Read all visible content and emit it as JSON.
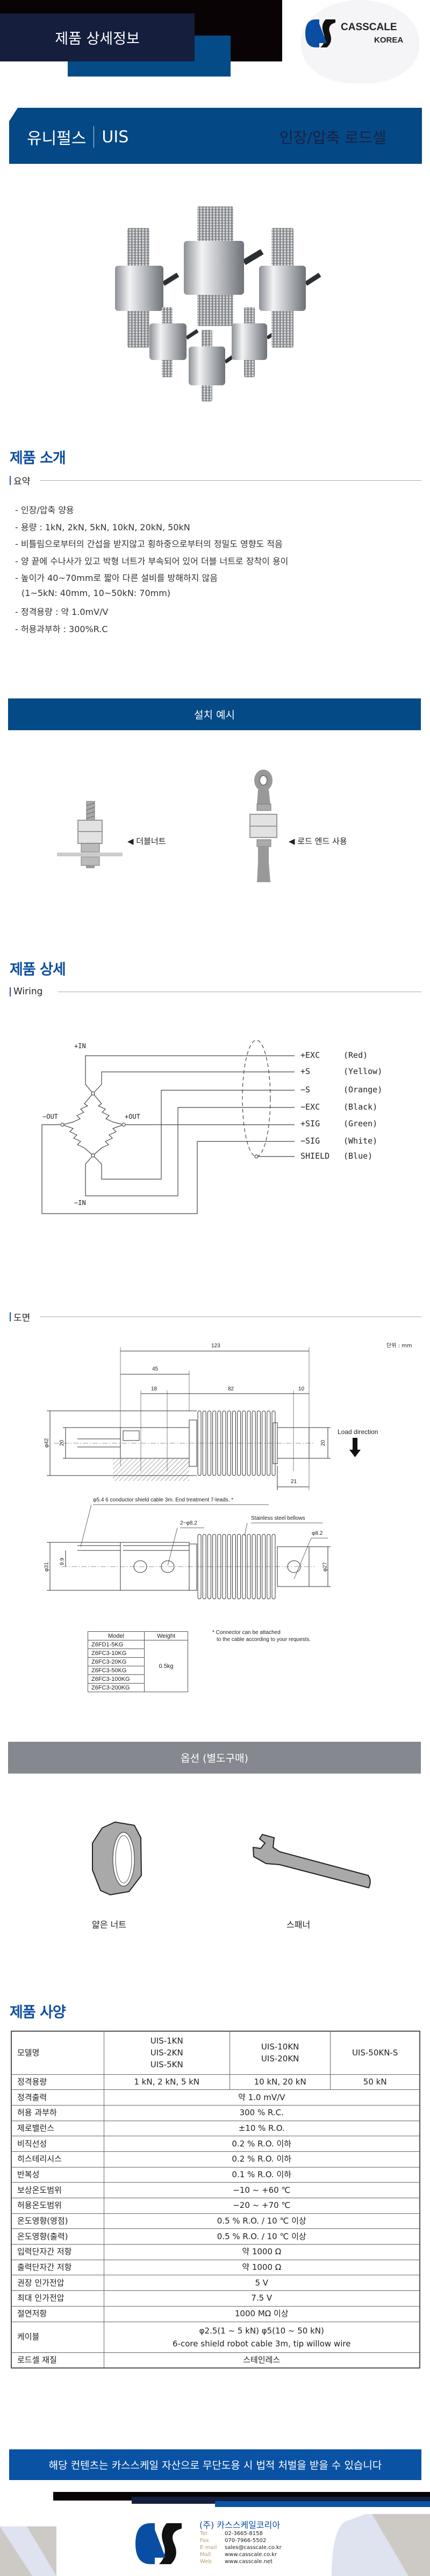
{
  "header": {
    "title": "제품 상세정보",
    "logo_brand": "CASSCALE",
    "logo_sub": "KOREA"
  },
  "product": {
    "brand": "유니펄스",
    "model": "UIS",
    "category": "인장/압축 로드셀"
  },
  "intro": {
    "heading": "제품 소개",
    "summary_label": "요약",
    "items": [
      "- 인장/압축 양용",
      "- 용량 :  1kN, 2kN, 5kN, 10kN, 20kN, 50kN",
      "- 비틀림으로부터의 간섭을 받지않고 횡하중으로부터의 정밀도 영향도 적음",
      "- 양 끝에 수나사가 있고 박형 너트가 부속되어 있어 더블 너트로 장착이 용이",
      "- 높이가 40~70mm로 짧아 다른 설비를 방해하지 않음",
      "  (1~5kN: 40mm, 10~50kN: 70mm)",
      "- 정격용량 : 약 1.0mV/V",
      "- 허용과부하 : 300%R.C"
    ]
  },
  "install": {
    "band": "설치 예시",
    "double_nut": "◀ 더블너트",
    "rod_end": "◀ 로드 엔드 사용"
  },
  "detail": {
    "heading": "제품 상세",
    "wiring_label": "Wiring",
    "wiring": {
      "plus_in": "+IN",
      "minus_in": "−IN",
      "minus_out": "−OUT",
      "plus_out": "+OUT",
      "leads": [
        {
          "signal": "+EXC",
          "color": "(Red)"
        },
        {
          "signal": "+S",
          "color": "(Yellow)"
        },
        {
          "signal": "−S",
          "color": "(Orange)"
        },
        {
          "signal": "−EXC",
          "color": "(Black)"
        },
        {
          "signal": "+SIG",
          "color": "(Green)"
        },
        {
          "signal": "−SIG",
          "color": "(White)"
        },
        {
          "signal": "SHIELD",
          "color": "(Blue)"
        }
      ]
    },
    "drawing_label": "도면",
    "unit": "단위 : mm",
    "drawing": {
      "dim_total": "123",
      "dim_45": "45",
      "dim_18": "18",
      "dim_82": "82",
      "dim_10": "10",
      "dim_21": "21",
      "dia_42": "φ42",
      "dim_20a": "20",
      "dim_20b": "20",
      "dia_31": "φ31",
      "dim_99": "9.9",
      "dia_27": "φ27",
      "load_direction": "Load direction",
      "cable_note": "φ5.4 6 conductor shield cable 3m. End treatment 7-leads. *",
      "bellows": "Stainless steel bellows",
      "holes": "2−φ8.2",
      "hole": "φ8.2"
    },
    "model_table": {
      "headers": [
        "Model",
        "Weight"
      ],
      "models": [
        "Z6FD1-5KG",
        "Z6FC3-10KG",
        "Z6FC3-20KG",
        "Z6FC3-50KG",
        "Z6FC3-100KG",
        "Z6FC3-200KG"
      ],
      "weight": "0.5kg"
    },
    "note_line1": "* Connector can be attached",
    "note_line2": "to the cable according to your requests."
  },
  "options": {
    "band": "옵션 (별도구매)",
    "items": [
      "얇은 너트",
      "스패너"
    ]
  },
  "specs": {
    "heading": "제품 사양",
    "model_label": "모델명",
    "models": [
      [
        "UIS-1KN",
        "UIS-2KN",
        "UIS-5KN"
      ],
      [
        "UIS-10KN",
        "UIS-20KN"
      ],
      [
        "UIS-50KN-S"
      ]
    ],
    "capacity_label": "정격용량",
    "capacities": [
      "1 kN, 2 kN, 5 kN",
      "10 kN, 20 kN",
      "50 kN"
    ],
    "rows": [
      {
        "label": "정격출력",
        "value": "약 1.0 mV/V"
      },
      {
        "label": "허용 과부하",
        "value": "300 % R.C."
      },
      {
        "label": "제로밸런스",
        "value": "±10 % R.O."
      },
      {
        "label": "비직선성",
        "value": "0.2 % R.O. 이하"
      },
      {
        "label": "히스테리시스",
        "value": "0.2 % R.O. 이하"
      },
      {
        "label": "반복성",
        "value": "0.1 % R.O. 이하"
      },
      {
        "label": "보상온도범위",
        "value": "−10 ~ +60 ℃"
      },
      {
        "label": "허용온도범위",
        "value": "−20 ~ +70 ℃"
      },
      {
        "label": "온도영향(영점)",
        "value": "0.5 % R.O. /  10 ℃ 이상"
      },
      {
        "label": "온도영향(출력)",
        "value": "0.5 % R.O. /  10 ℃ 이상"
      },
      {
        "label": "입력단자간 저항",
        "value": "약 1000 Ω"
      },
      {
        "label": "출력단자간 저항",
        "value": "약 1000 Ω"
      },
      {
        "label": "권장 인가전압",
        "value": "5 V"
      },
      {
        "label": "최대 인가전압",
        "value": "7.5 V"
      },
      {
        "label": "절연저항",
        "value": "1000 MΩ 이상"
      }
    ],
    "cable_label": "케이블",
    "cable_line1": "φ2.5(1 ~ 5 kN) φ5(10 ~ 50 kN)",
    "cable_line2": "6-core shield robot cable 3m, tip willow wire",
    "material_label": "로드셀 재질",
    "material": "스테인레스"
  },
  "copyright": "해당 컨텐츠는 카스스케일 자산으로 무단도용 시 법적 처벌을 받을 수 있습니다",
  "footer": {
    "company": "(주) 카스스케일코리아",
    "contacts": [
      {
        "label": "Tel",
        "value": "02-3665-8158"
      },
      {
        "label": "Fax",
        "value": "070-7966-5502"
      },
      {
        "label": "E-mail",
        "value": "sales@casscale.co.kr"
      },
      {
        "label": "Mall",
        "value": "www.casscale.co.kr"
      },
      {
        "label": "Web",
        "value": "www.casscale.net"
      }
    ]
  },
  "colors": {
    "navy": "#151e3d",
    "brand_blue": "#044885",
    "heading_blue": "#0d4da0",
    "option_gray": "#85888e",
    "copyright_blue": "#0a52a3"
  }
}
